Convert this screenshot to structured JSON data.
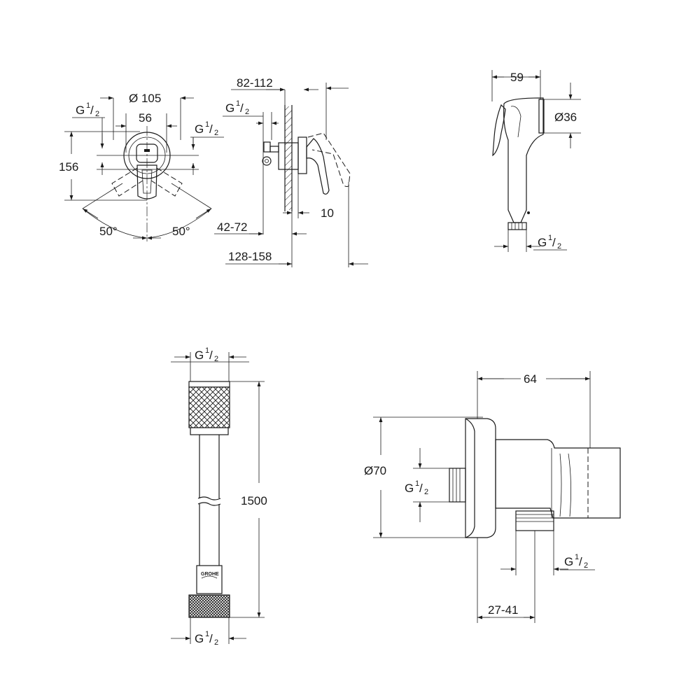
{
  "drawing": {
    "mixer_front": {
      "d_105": "Ø 105",
      "d_56": "56",
      "g_left": "G",
      "g_right": "G",
      "height_156": "156",
      "angle_left": "50°",
      "angle_right": "50°"
    },
    "mixer_side": {
      "d_82_112": "82-112",
      "g_label": "G",
      "d_10": "10",
      "d_42_72": "42-72",
      "d_128_158": "128-158"
    },
    "handshower": {
      "d_59": "59",
      "d_36": "Ø36",
      "g_label": "G"
    },
    "hose": {
      "g_top": "G",
      "g_bottom": "G",
      "length_1500": "1500",
      "brand": "GROHE"
    },
    "wall_outlet": {
      "d_64": "64",
      "d_70": "Ø70",
      "g_left": "G",
      "g_right": "G",
      "d_27_41": "27-41"
    },
    "fraction": {
      "num": "1",
      "den": "2"
    }
  }
}
